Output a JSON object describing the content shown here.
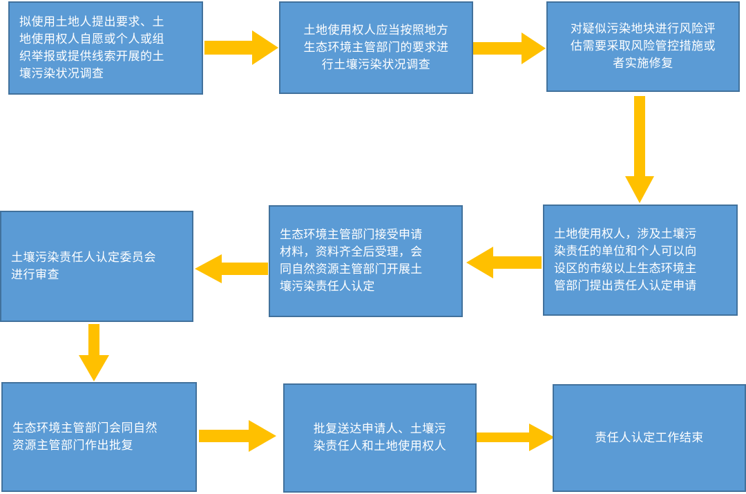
{
  "flowchart": {
    "steps": [
      {
        "lines": [
          "拟使用土地人提出要求、土",
          "地使用权人自愿或个人或组",
          "织举报或提供线索开展的土",
          "壤污染状况调查"
        ]
      },
      {
        "lines": [
          "土地使用权人应当按照地方",
          "生态环境主管部门的要求进",
          "行土壤污染状况调查"
        ]
      },
      {
        "lines": [
          "对疑似污染地块进行风险评",
          "估需要采取风险管控措施或",
          "者实施修复"
        ]
      },
      {
        "lines": [
          "土地使用权人，涉及土壤污",
          "染责任的单位和个人可以向",
          "设区的市级以上生态环境主",
          "管部门提出责任人认定申请"
        ]
      },
      {
        "lines": [
          "生态环境主管部门接受申请",
          "材料，资料齐全后受理，会",
          "同自然资源主管部门开展土",
          "壤污染责任人认定"
        ]
      },
      {
        "lines": [
          "土壤污染责任人认定委员会",
          "进行审查"
        ]
      },
      {
        "lines": [
          "生态环境主管部门会同自然",
          "资源主管部门作出批复"
        ]
      },
      {
        "lines": [
          "批复送达申请人、土壤污",
          "染责任人和土地使用权人"
        ]
      },
      {
        "lines": [
          "责任人认定工作结束"
        ]
      }
    ],
    "colors": {
      "box_fill": "#5b9bd5",
      "box_border": "#41719c",
      "box_text": "#ffffff",
      "arrow": "#ffc000"
    }
  }
}
